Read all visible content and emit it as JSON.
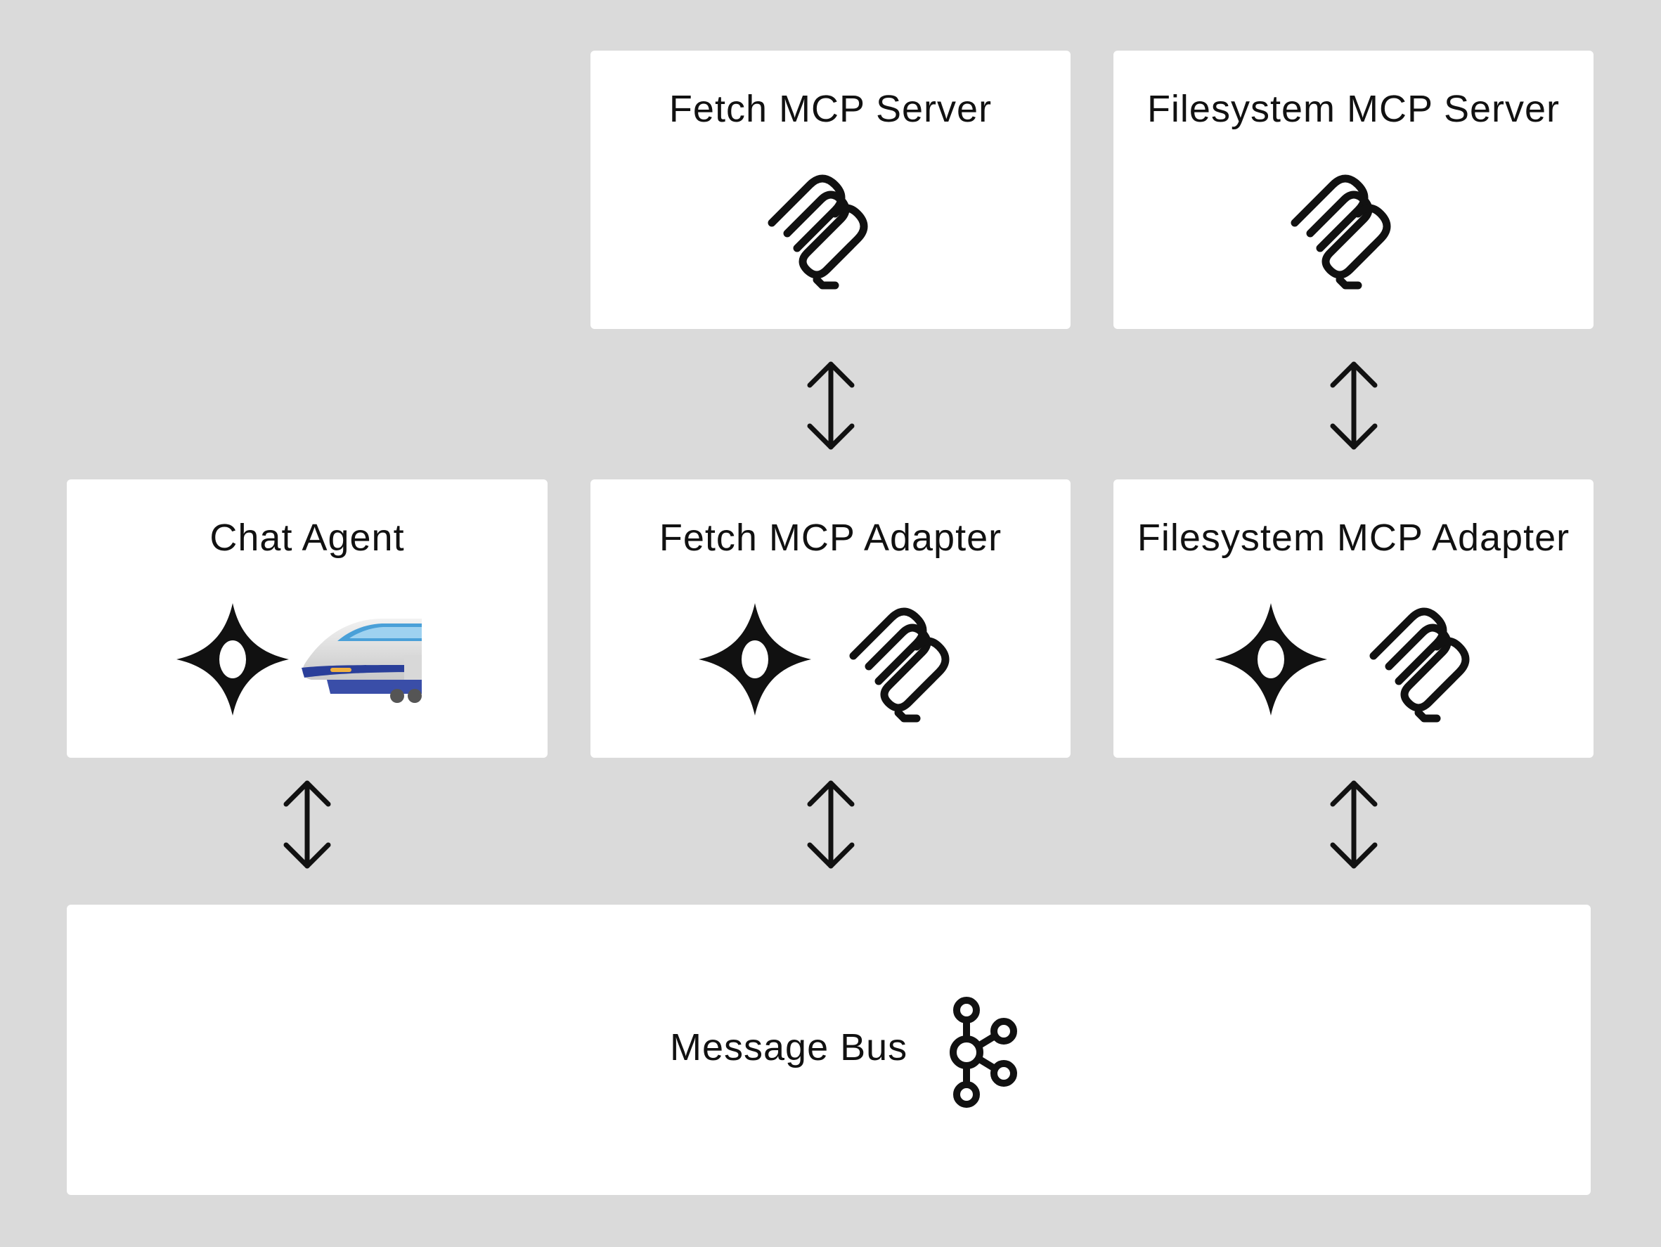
{
  "servers": [
    {
      "title": "Fetch MCP Server",
      "icon": "mcp-icon"
    },
    {
      "title": "Filesystem MCP Server",
      "icon": "mcp-icon"
    }
  ],
  "components": [
    {
      "title": "Chat Agent",
      "icons": [
        "agent-star-icon",
        "bullet-train-icon"
      ]
    },
    {
      "title": "Fetch MCP Adapter",
      "icons": [
        "agent-star-icon",
        "mcp-icon"
      ]
    },
    {
      "title": "Filesystem MCP Adapter",
      "icons": [
        "agent-star-icon",
        "mcp-icon"
      ]
    }
  ],
  "bus": {
    "title": "Message Bus",
    "icon": "kafka-icon"
  },
  "colors": {
    "background": "#dadada",
    "box": "#ffffff",
    "ink": "#111111"
  }
}
